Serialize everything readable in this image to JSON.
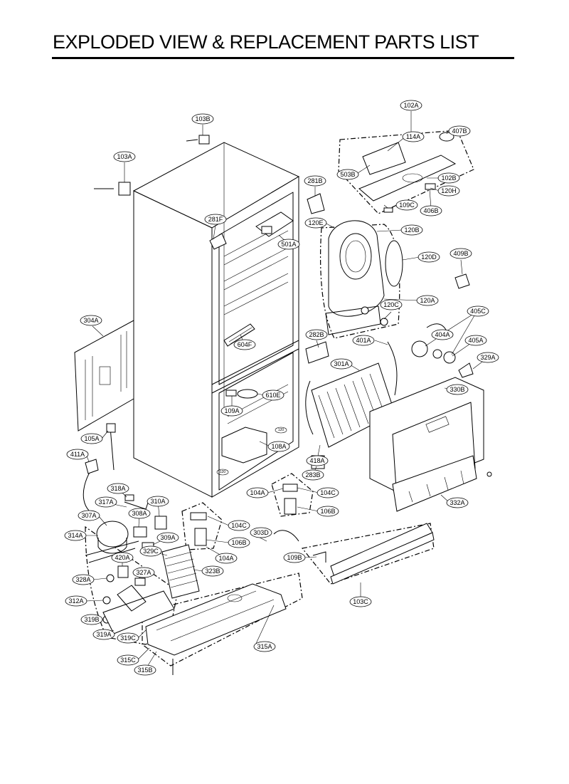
{
  "title": "EXPLODED VIEW & REPLACEMENT PARTS LIST",
  "callouts": {
    "c102A": "102A",
    "c103B": "103B",
    "c103A": "103A",
    "c114A": "114A",
    "c407B": "407B",
    "c503B": "503B",
    "c102B": "102B",
    "c120H": "120H",
    "c109C": "109C",
    "c406B": "406B",
    "c281B": "281B",
    "c281F": "281F",
    "c120E": "120E",
    "c120B": "120B",
    "c501A": "501A",
    "c409B": "409B",
    "c120D": "120D",
    "c120A": "120A",
    "c120C": "120C",
    "c405C": "405C",
    "c304A": "304A",
    "c282B": "282B",
    "c401A": "401A",
    "c404A": "404A",
    "c405A": "405A",
    "c604F": "604F",
    "c329A": "329A",
    "c301A": "301A",
    "c330B": "330B",
    "c610E": "610E",
    "c109A": "109A",
    "c105A": "105A",
    "c108A": "108A",
    "c418A": "418A",
    "c411A": "411A",
    "c283B": "283B",
    "c318A": "318A",
    "c104A_top": "104A",
    "c104C_top": "104C",
    "c317A": "317A",
    "c310A": "310A",
    "c106B_top": "106B",
    "c332A": "332A",
    "c307A": "307A",
    "c308A": "308A",
    "c104C_mid": "104C",
    "c314A": "314A",
    "c309A": "309A",
    "c303D": "303D",
    "c329C": "329C",
    "c106B_mid": "106B",
    "c420A": "420A",
    "c109B": "109B",
    "c104A_mid": "104A",
    "c327A": "327A",
    "c328A": "328A",
    "c323B": "323B",
    "c312A": "312A",
    "c103C": "103C",
    "c319B": "319B",
    "c319A": "319A",
    "c319C": "319C",
    "c315A": "315A",
    "c315C": "315C",
    "c315B": "315B",
    "shelf_mark_120": "120",
    "shelf_mark_120b": "120"
  }
}
